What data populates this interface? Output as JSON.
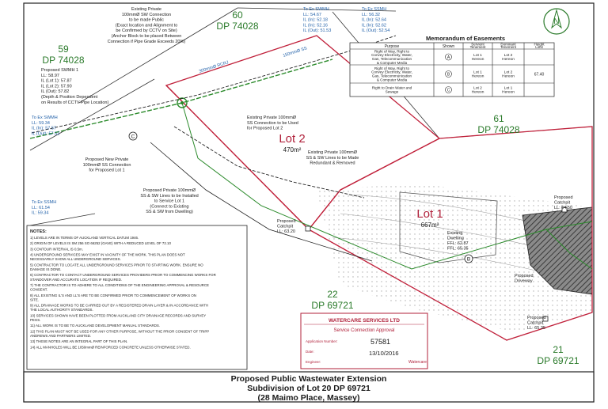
{
  "parcels": {
    "dp60": {
      "num": "60",
      "dp": "DP 74028"
    },
    "dp59": {
      "num": "59",
      "dp": "DP 74028"
    },
    "dp61": {
      "num": "61",
      "dp": "DP 74028"
    },
    "dp22": {
      "num": "22",
      "dp": "DP 69721"
    },
    "dp21": {
      "num": "21",
      "dp": "DP 69721"
    },
    "lot2": {
      "name": "Lot 2",
      "area": "470m²"
    },
    "lot1": {
      "name": "Lot 1",
      "area": "667m²"
    }
  },
  "callouts": {
    "sw_conn_lines": [
      "Existing Private",
      "100mmØ SW Connection",
      "to be made Public",
      "(Exact location and Alignment to",
      "be Confirmed by CCTV on Site)",
      "(Anchor Block to be placed Between",
      "Connection if Pipe Grade Exceeds 20%)"
    ],
    "ex_swmh_top_lines": [
      "To Ex SWMH",
      "LL: 54.67",
      "IL (In): 52.18",
      "IL (In): 52.16",
      "IL (Out): 51.53"
    ],
    "ex_ssmh_top_lines": [
      "To Ex SSMH",
      "LL: 56.32",
      "IL (In): 52.64",
      "IL (In): 52.62",
      "IL (Out): 52.54"
    ],
    "prop_swmh_lines": [
      "Proposed SWMH 1",
      "LL: 58.97",
      "IL (Lot 1): 57.87",
      "IL (Lot 2): 57.90",
      "IL (Out): 57.82",
      "(Depth & Position Dependent",
      "on Results of CCTV Pipe Location)"
    ],
    "ex_swmh_left_lines": [
      "To Ex SWMH",
      "LL: 59.34",
      "IL (In): 57.57",
      "IL (Out): 57.52"
    ],
    "ex_ss_conn_lines": [
      "Existing Private 100mmØ",
      "SS Connection to be Used",
      "for Proposed Lot 2"
    ],
    "prop_new_private_lines": [
      "Proposed New Private",
      "100mmØ SS Connection",
      "for Proposed Lot 1"
    ],
    "ex_ss_sw_redundant_lines": [
      "Existing Private 100mmØ",
      "SS & SW Lines to be Made",
      "Redundant & Removed"
    ],
    "prop_ss_sw_lines": [
      "Proposed Private 100mmØ",
      "SS & SW Lines to be Installed",
      "to Service Lot 1",
      "(Connect to Existing",
      "SS & SW from Dwelling)"
    ],
    "ex_ssmh_left_lines": [
      "To Ex SSMH",
      "LL: 61.54",
      "IL: 59.34"
    ],
    "catchpit_left_lines": [
      "Proposed",
      "Catchpit",
      "LL: 63.20"
    ],
    "catchpit_right_lines": [
      "Proposed",
      "Catchpit",
      "LL: 64.50"
    ],
    "catchpit_bottom_lines": [
      "Proposed",
      "Catchpit",
      "LL: 65.35"
    ],
    "dwelling_lines": [
      "Existing",
      "Dwelling",
      "FFL: 62.87",
      "FFL: 65.35"
    ],
    "driveway_lines": [
      "Proposed",
      "Driveway"
    ],
    "pipe_label_a": "300mmØ RCRJ",
    "pipe_label_b": "150mmØ SS"
  },
  "easements": {
    "title": "Memorandum of Easements",
    "headers": [
      "Purpose",
      "Shown",
      "Servient Tenement",
      "Dominant Tenement",
      "Height Limit"
    ],
    "rows": [
      {
        "purpose": [
          "Right of Way, Right to",
          "Convey Electricity, Water,",
          "Gas, Telecommunication",
          "& Computer Media"
        ],
        "shown": "A",
        "servient": [
          "Lot 1",
          "Hereon"
        ],
        "dominant": [
          "Lot 2",
          "Hereon"
        ],
        "height": ""
      },
      {
        "purpose": [
          "Right of Way, Right to",
          "Convey Electricity, Water,",
          "Gas, Telecommunication",
          "& Computer Media"
        ],
        "shown": "B",
        "servient": [
          "Lot 1",
          "Hereon"
        ],
        "dominant": [
          "Lot 2",
          "Hereon"
        ],
        "height": "67.40"
      },
      {
        "purpose": [
          "Right to Drain Water and",
          "Sewage"
        ],
        "shown": "C",
        "servient": [
          "Lot 2",
          "Hereon"
        ],
        "dominant": [
          "Lot 1",
          "Hereon"
        ],
        "height": ""
      }
    ]
  },
  "north_symbol": "N",
  "markers": {
    "a": "A",
    "b": "B",
    "c": "C"
  },
  "notes": {
    "title": "NOTES:",
    "items": [
      "1) LEVELS ARE IN TERMS OF AUCKLAND VERTICAL DATUM 1946.",
      "2) ORIGIN OF LEVELS IS SM 256 SO 66252 (GAVE) WITH A REDUCED LEVEL OF 72.10",
      "3) CONTOUR INTERVAL IS 0.5m.",
      "4) UNDERGROUND SERVICES MAY EXIST IN VACINITY OF THE WORK. THIS PLAN DOES NOT NECESSARILY SHOW ALL UNDERGROUND SERVICES.",
      "5) CONTRACTOR TO LOCATE ALL UNDERGROUND SERVICES PRIOR TO STARTING WORK. ENSURE NO DAMAGE IS DONE.",
      "6) CONTRACTOR TO CONTACT UNDERGROUND SERVICES PROVIDERS PRIOR TO COMMENCING WORKS FOR STANDOVER AND ACCURATE LOCATION IF REQUIRED.",
      "7) THE CONTRACTOR IS TO ADHERE TO ALL CONDITIONS OF THE ENGINEERING APPROVAL & RESOURCE CONSENT.",
      "8) ALL EXISTING IL'S AND LL'S ARE TO BE CONFIRMED PRIOR TO COMMENCEMENT OF WORKS ON SITE.",
      "9) ALL DRAINAGE WORKS TO BE CARRIED OUT BY A REGISTERED DRAIN LAYER & IN ACCORDANCE WITH THE LOCAL AUTHORITY STANDARDS.",
      "10) SERVICES SHOWN HAVE BEEN PLOTTED FROM AUCKLAND CITY DRAINAGE RECORDS AND SURVEY PEGS.",
      "11) ALL WORK IS TO BE TO AUCKLAND DEVELOPMENT MANUAL STANDARDS.",
      "12) THIS PLAN MUST NOT BE USED FOR ANY OTHER PURPOSE, WITHOUT THE PRIOR CONSENT OF TRIPP ANDREWS AND PARTNERS LIMITED.",
      "13) THESE NOTES ARE AN INTEGRAL PART OF THIS PLAN.",
      "14) ALL MANHOLES WILL BE 1050mmØ REINFORCED CONCRETE UNLESS OTHERWISE STATED."
    ]
  },
  "stamp": {
    "company": "WATERCARE SERVICES LTD",
    "title": "Service Connection Approval",
    "number_label": "Application Number:",
    "number": "57581",
    "date_label": "Date:",
    "date": "13/10/2016",
    "engineer_label": "Engineer:",
    "logo": "Watercare"
  },
  "title_block": {
    "line1": "Proposed Public Wastewater Extension",
    "line2": "Subdivision of Lot 20 DP 69721",
    "line3": "(28 Maimo Place, Massey)"
  },
  "colors": {
    "boundary": "#c0203a",
    "stormwater": "#2a8a2a",
    "wastewater": "#1a1a1a",
    "blue_text": "#1f5fa8",
    "hatch": "#555555"
  }
}
